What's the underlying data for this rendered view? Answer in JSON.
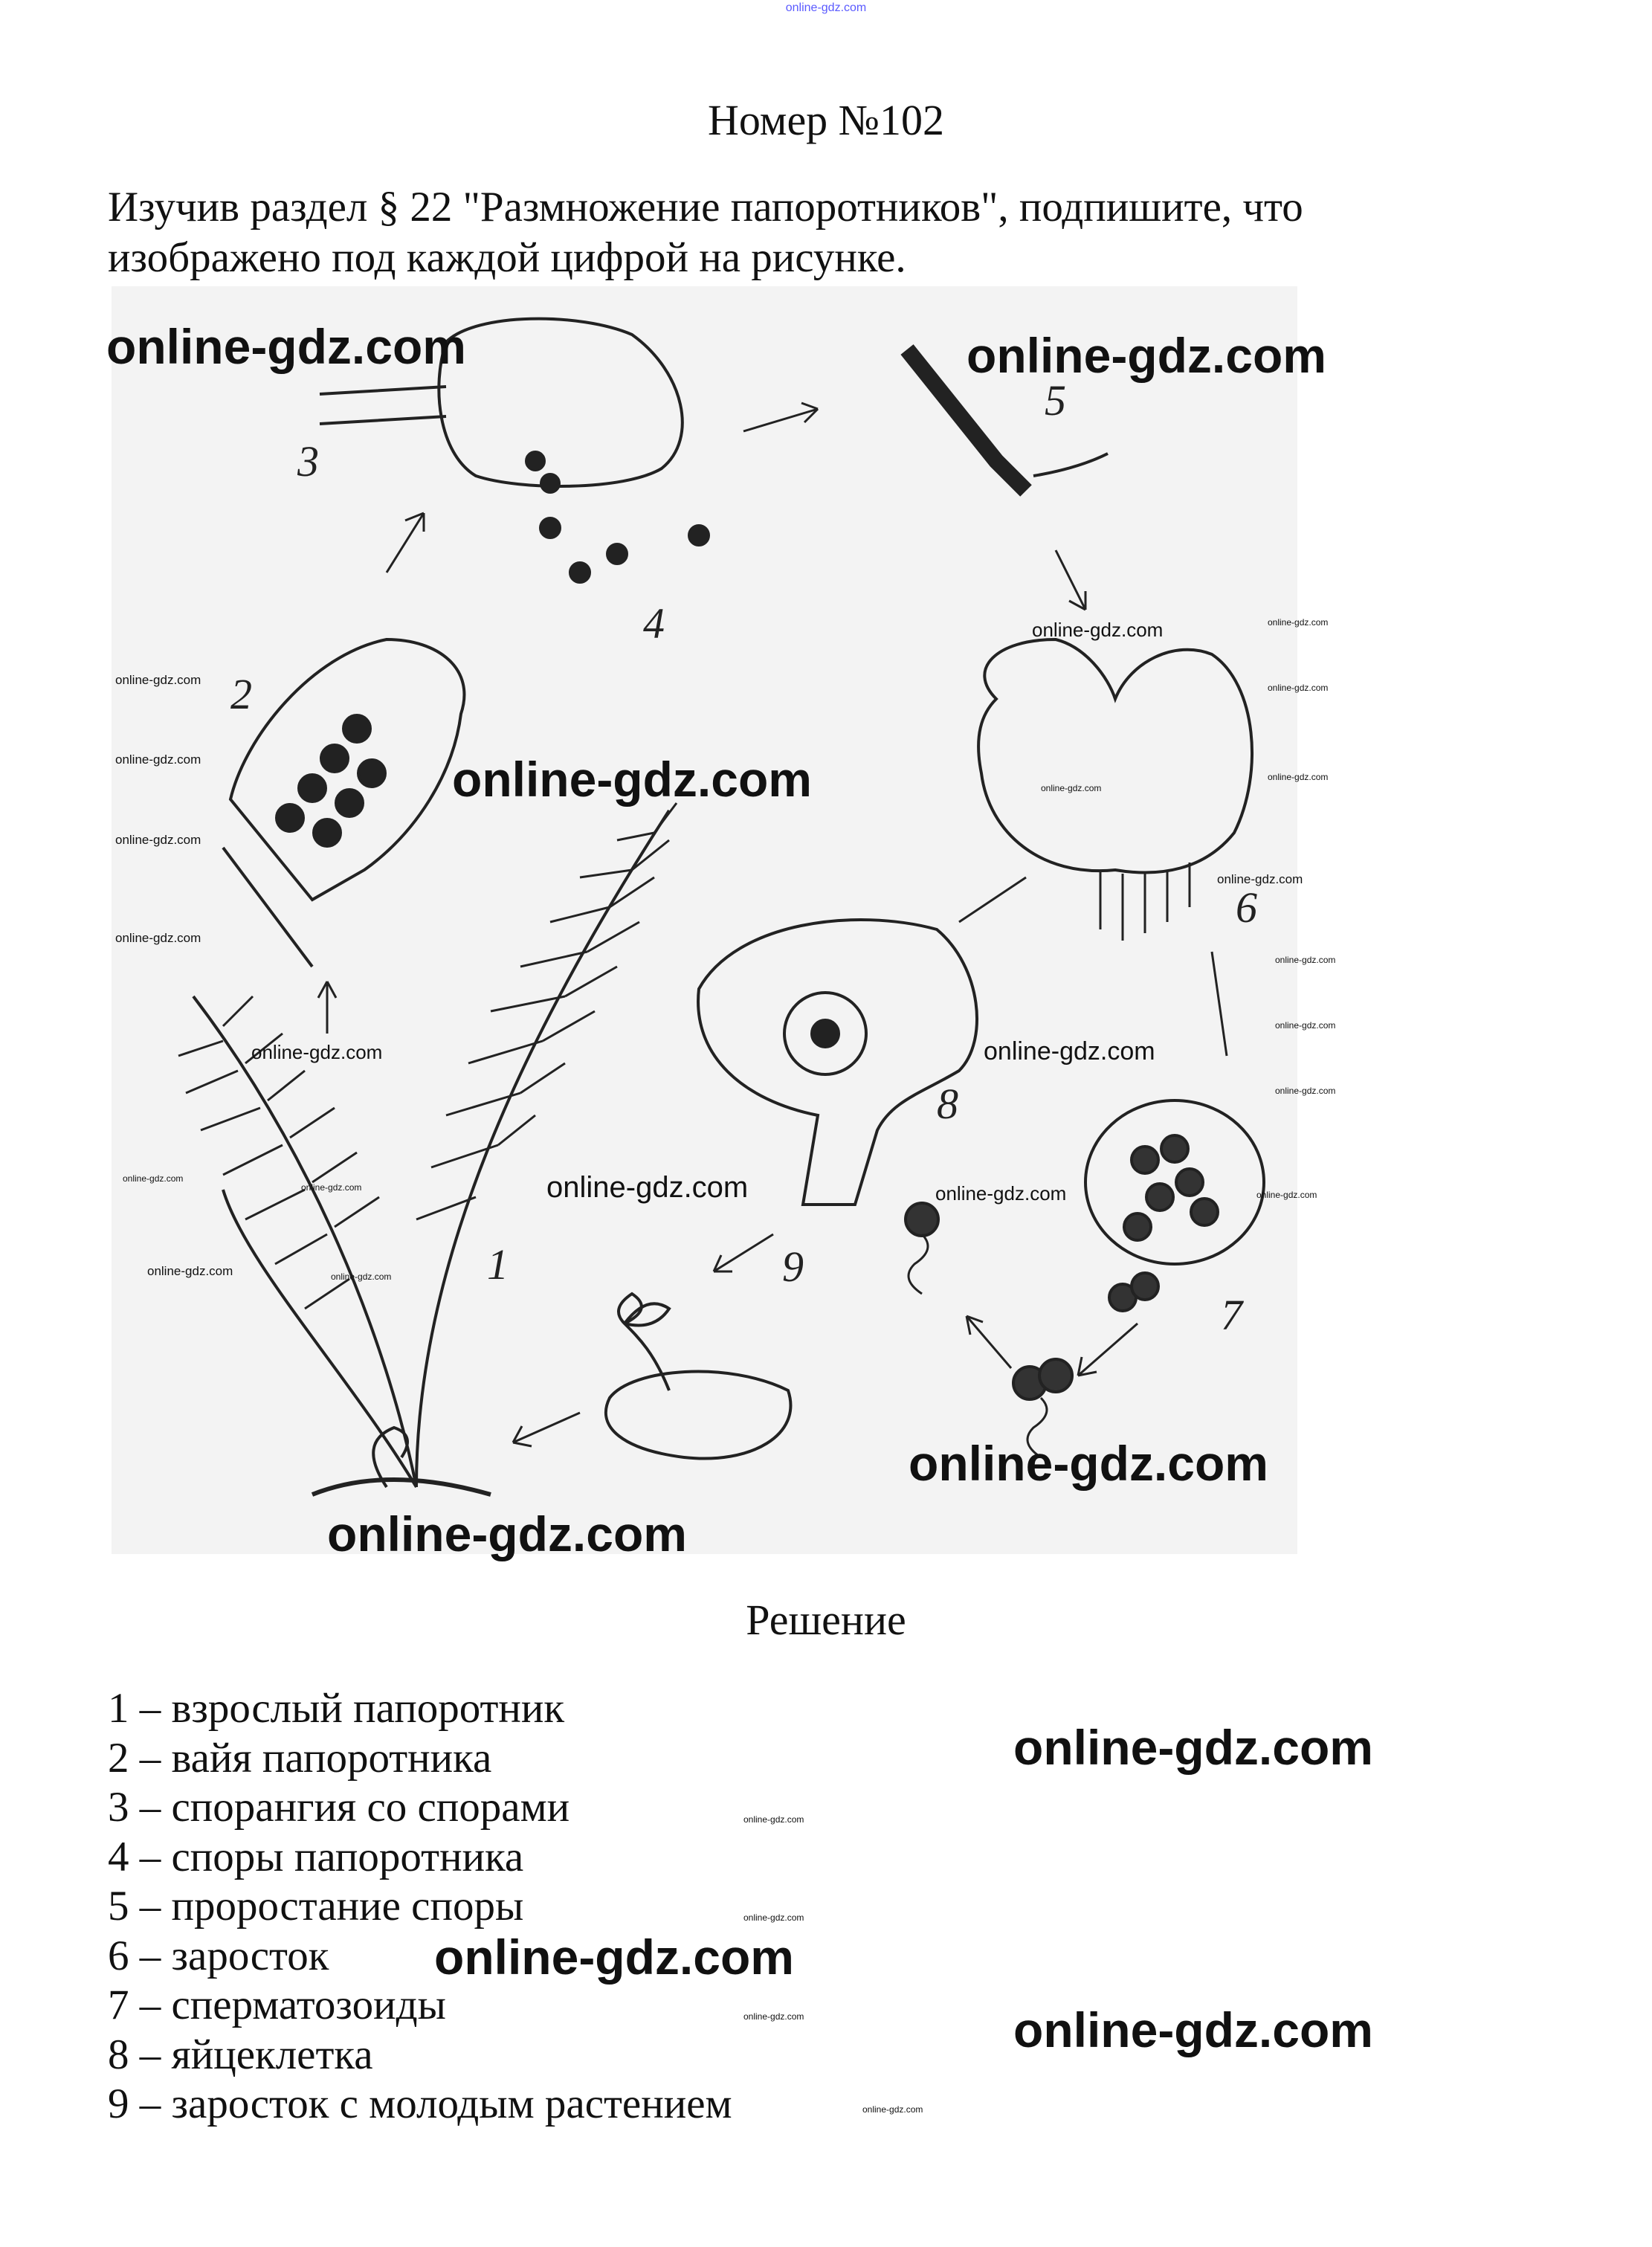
{
  "watermark": "online-gdz.com",
  "title": "Номер №102",
  "task": "Изучив раздел § 22 \"Размножение папоротников\", подпишите, что изображено под каждой цифрой на рисунке.",
  "figure": {
    "labels": [
      "1",
      "2",
      "3",
      "4",
      "5",
      "6",
      "7",
      "8",
      "9"
    ]
  },
  "solution_title": "Решение",
  "answers": [
    "1 – взрослый папоротник",
    "2 – вайя папоротника",
    "3 – спорангия со спорами",
    "4 – споры папоротника",
    "5 – проростание споры",
    "6 – заросток",
    "7 – сперматозоиды",
    "8 – яйцеклетка",
    "9 – заросток с молодым растением"
  ]
}
